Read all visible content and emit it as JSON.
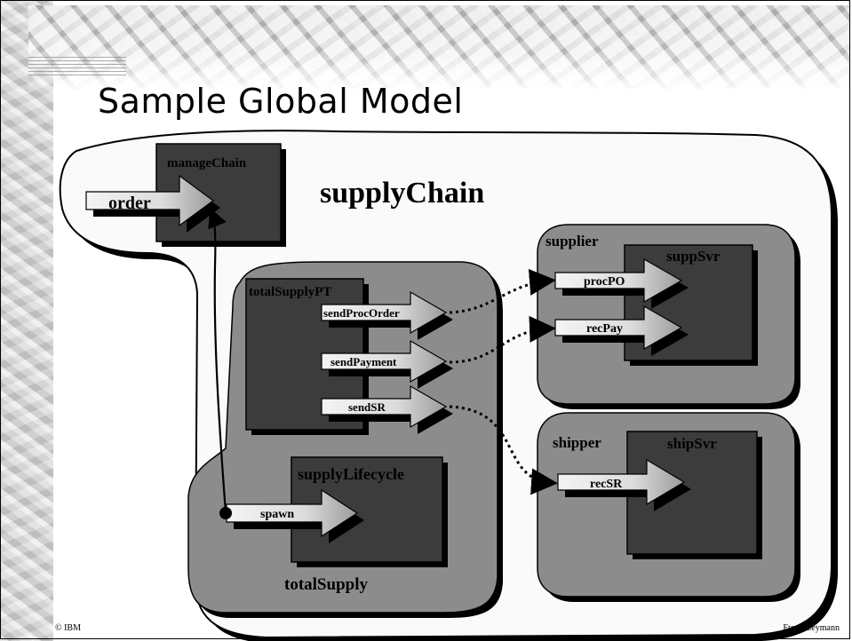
{
  "slide": {
    "title": "Sample Global Model",
    "footer_left": "© IBM",
    "footer_right": "Frank Leymann"
  },
  "diagram": {
    "outer_region": "supplyChain",
    "regions": {
      "total_supply": "totalSupply",
      "supplier": "supplier",
      "shipper": "shipper"
    },
    "components": {
      "manage_chain": "manageChain",
      "total_supply_pt": "totalSupplyPT",
      "supply_lifecycle": "supplyLifecycle",
      "supp_svr": "suppSvr",
      "ship_svr": "shipSvr"
    },
    "ports": {
      "order": "order",
      "send_proc_order": "sendProcOrder",
      "send_payment": "sendPayment",
      "send_sr": "sendSR",
      "spawn": "spawn",
      "proc_po": "procPO",
      "rec_pay": "recPay",
      "rec_sr": "recSR"
    }
  },
  "colors": {
    "region_fill": "#8c8c8c",
    "component_fill": "#3c3c3c",
    "port_fill": "#e0e0e0",
    "outline": "#000000"
  }
}
